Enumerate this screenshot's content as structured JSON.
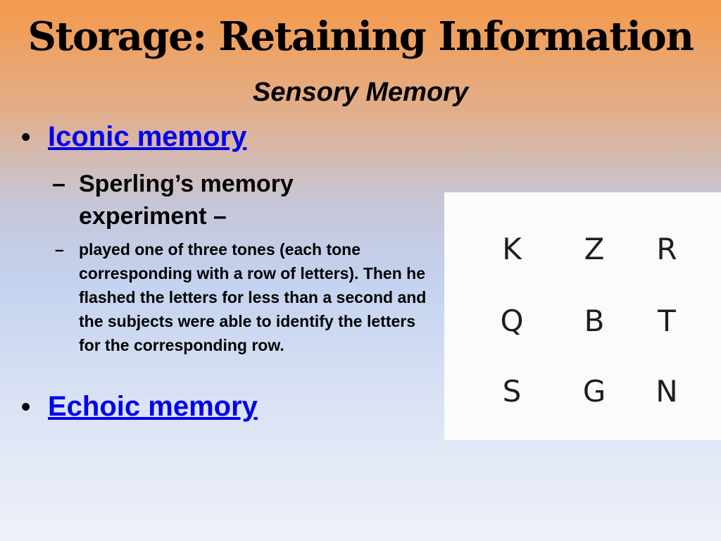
{
  "slide": {
    "title": "Storage: Retaining Information",
    "subtitle": "Sensory Memory",
    "bullets": [
      {
        "marker": "•",
        "label": "Iconic memory"
      },
      {
        "marker": "•",
        "label": "Echoic memory"
      }
    ],
    "sub_items": [
      {
        "marker": "–",
        "text": "Sperling’s memory experiment –"
      },
      {
        "marker": "–",
        "text": "played one of three tones (each tone corresponding with a row of letters). Then he flashed the letters for less than a second and the subjects were able to identify the letters for the corresponding row."
      }
    ],
    "letter_grid": [
      [
        "K",
        "Z",
        "R"
      ],
      [
        "Q",
        "B",
        "T"
      ],
      [
        "S",
        "G",
        "N"
      ]
    ]
  }
}
